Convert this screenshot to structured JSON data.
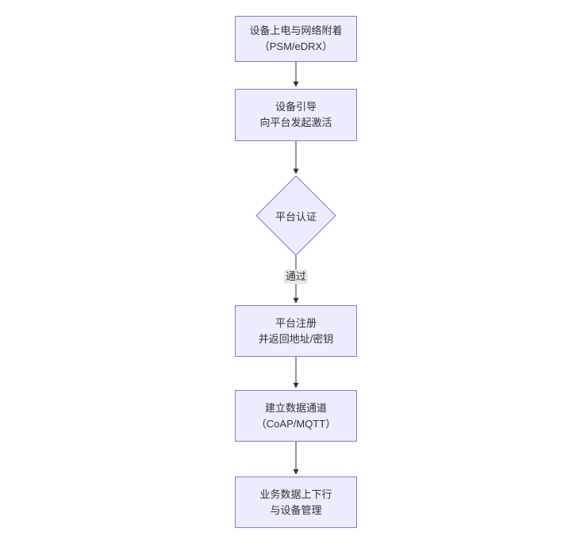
{
  "diagram": {
    "type": "flowchart-top-down",
    "nodes": [
      {
        "id": "power-network-attach",
        "shape": "rect",
        "lines": [
          "设备上电与网络附着",
          "（PSM/eDRX）"
        ]
      },
      {
        "id": "device-bootstrap",
        "shape": "rect",
        "lines": [
          "设备引导",
          "向平台发起激活"
        ]
      },
      {
        "id": "platform-auth",
        "shape": "diamond",
        "lines": [
          "平台认证"
        ]
      },
      {
        "id": "platform-register",
        "shape": "rect",
        "lines": [
          "平台注册",
          "并返回地址/密钥"
        ]
      },
      {
        "id": "data-channel",
        "shape": "rect",
        "lines": [
          "建立数据通道",
          "（CoAP/MQTT）"
        ]
      },
      {
        "id": "business-data",
        "shape": "rect",
        "lines": [
          "业务数据上下行",
          "与设备管理"
        ]
      }
    ],
    "edges": {
      "pass_label": "通过"
    },
    "colors": {
      "canvas_bg": "#ffffff",
      "node_fill": "#ECECFF",
      "node_border": "#9370DB",
      "edge": "#333333",
      "edge_label_bg": "#e8e8e8",
      "text": "#333333"
    }
  }
}
